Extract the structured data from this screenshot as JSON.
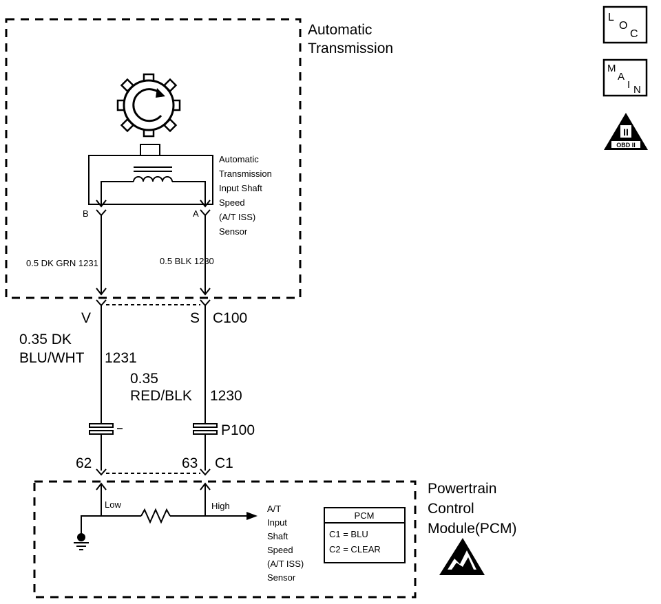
{
  "transmission": {
    "title_line1": "Automatic",
    "title_line2": "Transmission"
  },
  "sensor": {
    "lines": [
      "Automatic",
      "Transmission",
      "Input Shaft",
      "Speed",
      "(A/T ISS)",
      "Sensor"
    ],
    "pin_b": "B",
    "pin_a": "A"
  },
  "wires_upper": {
    "left": "0.5 DK GRN 1231",
    "right": "0.5 BLK 1230"
  },
  "connector_c100": {
    "left_pin": "V",
    "right_pin": "S",
    "name": "C100"
  },
  "wires_mid": {
    "left_line1": "0.35 DK",
    "left_line2": "BLU/WHT",
    "left_circuit": "1231",
    "right_line1": "0.35",
    "right_line2": "RED/BLK",
    "right_circuit": "1230"
  },
  "connector_p100": {
    "name": "P100"
  },
  "connector_c1": {
    "left_pin": "62",
    "right_pin": "63",
    "name": "C1"
  },
  "pcm": {
    "title_line1": "Powertrain",
    "title_line2": "Control",
    "title_line3": "Module(PCM)",
    "low_label": "Low",
    "high_label": "High",
    "signal_lines": [
      "A/T",
      "Input",
      "Shaft",
      "Speed",
      "(A/T ISS)",
      "Sensor"
    ],
    "table_header": "PCM",
    "table_rows": [
      "C1 = BLU",
      "C2 = CLEAR"
    ]
  },
  "side_icons": {
    "loc": {
      "l": "L",
      "o": "O",
      "c": "C"
    },
    "main": {
      "m": "M",
      "a": "A",
      "i": "I",
      "n": "N"
    },
    "obd": {
      "roman": "II",
      "text": "OBD II"
    }
  },
  "icons": [
    "reluctor-wheel-icon",
    "inductor-coil-icon",
    "resistor-icon",
    "ground-icon",
    "esd-warning-icon"
  ]
}
